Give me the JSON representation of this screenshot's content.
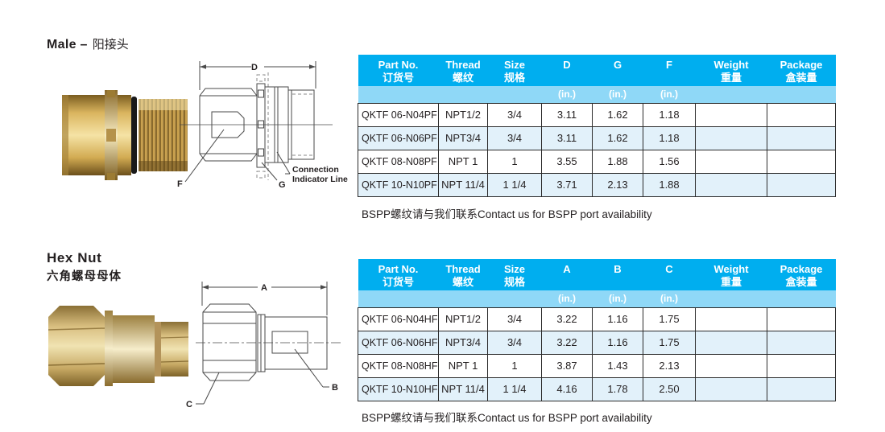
{
  "colors": {
    "header_blue": "#00AEEF",
    "subheader_blue": "#8FD8F7",
    "row_alt_blue": "#E2F1FA",
    "table_border": "#2B2B2B",
    "text": "#231F20",
    "brass": "#D9B45E",
    "gold_plate": "#D7BD7E",
    "oring_black": "#1A1A1A"
  },
  "male": {
    "title_en": "Male –",
    "title_zh": "阳接头",
    "drawing": {
      "dim": "D",
      "label_f": "F",
      "label_g": "G",
      "callout": "Connection Indicator Line"
    },
    "table": {
      "headers": [
        {
          "en": "Part No.",
          "zh": "订货号"
        },
        {
          "en": "Thread",
          "zh": "螺纹"
        },
        {
          "en": "Size",
          "zh": "规格"
        },
        {
          "en": "D",
          "zh": ""
        },
        {
          "en": "G",
          "zh": ""
        },
        {
          "en": "F",
          "zh": ""
        },
        {
          "en": "Weight",
          "zh": "重量"
        },
        {
          "en": "Package",
          "zh": "盒装量"
        }
      ],
      "units": [
        "",
        "",
        "",
        "(in.)",
        "(in.)",
        "(in.)",
        "",
        ""
      ],
      "rows": [
        [
          "QKTF 06-N04PF",
          "NPT1/2",
          "3/4",
          "3.11",
          "1.62",
          "1.18",
          "",
          ""
        ],
        [
          "QKTF 06-N06PF",
          "NPT3/4",
          "3/4",
          "3.11",
          "1.62",
          "1.18",
          "",
          ""
        ],
        [
          "QKTF 08-N08PF",
          "NPT 1",
          "1",
          "3.55",
          "1.88",
          "1.56",
          "",
          ""
        ],
        [
          "QKTF 10-N10PF",
          "NPT 11/4",
          "1 1/4",
          "3.71",
          "2.13",
          "1.88",
          "",
          ""
        ]
      ]
    },
    "note": "BSPP螺纹请与我们联系Contact us for BSPP port availability"
  },
  "hex": {
    "title_en": "Hex Nut",
    "title_zh": "六角螺母母体",
    "drawing": {
      "dim": "A",
      "label_b": "B",
      "label_c": "C"
    },
    "table": {
      "headers": [
        {
          "en": "Part No.",
          "zh": "订货号"
        },
        {
          "en": "Thread",
          "zh": "螺纹"
        },
        {
          "en": "Size",
          "zh": "规格"
        },
        {
          "en": "A",
          "zh": ""
        },
        {
          "en": "B",
          "zh": ""
        },
        {
          "en": "C",
          "zh": ""
        },
        {
          "en": "Weight",
          "zh": "重量"
        },
        {
          "en": "Package",
          "zh": "盒装量"
        }
      ],
      "units": [
        "",
        "",
        "",
        "(in.)",
        "(in.)",
        "(in.)",
        "",
        ""
      ],
      "rows": [
        [
          "QKTF 06-N04HF",
          "NPT1/2",
          "3/4",
          "3.22",
          "1.16",
          "1.75",
          "",
          ""
        ],
        [
          "QKTF 06-N06HF",
          "NPT3/4",
          "3/4",
          "3.22",
          "1.16",
          "1.75",
          "",
          ""
        ],
        [
          "QKTF 08-N08HF",
          "NPT 1",
          "1",
          "3.87",
          "1.43",
          "2.13",
          "",
          ""
        ],
        [
          "QKTF 10-N10HF",
          "NPT 11/4",
          "1 1/4",
          "4.16",
          "1.78",
          "2.50",
          "",
          ""
        ]
      ]
    },
    "note": "BSPP螺纹请与我们联系Contact us for BSPP port availability"
  }
}
